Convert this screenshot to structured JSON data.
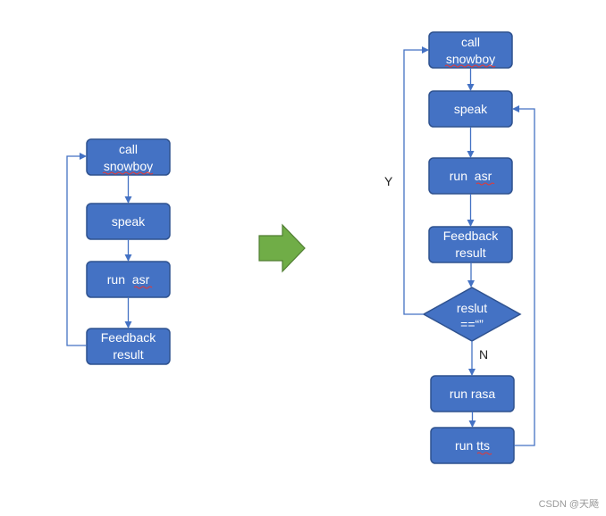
{
  "left_flow": {
    "call_snowboy": [
      "call",
      "snowboy"
    ],
    "speak": "speak",
    "run_asr": "run  asr",
    "feedback_result": [
      "Feedback",
      "result"
    ]
  },
  "right_flow": {
    "call_snowboy": [
      "call",
      "snowboy"
    ],
    "speak": "speak",
    "run_asr": "run  asr",
    "feedback_result": [
      "Feedback",
      "result"
    ],
    "decision": [
      "reslut",
      "==“”"
    ],
    "run_rasa": "run rasa",
    "run_tts": "run tts",
    "label_yes": "Y",
    "label_no": "N"
  },
  "transition_arrow": {
    "icon": "right-arrow-icon",
    "color": "#70AD47"
  },
  "colors": {
    "node_fill": "#4472C4",
    "node_stroke": "#2F528F",
    "edge": "#4472C4",
    "spellcheck": "#E53935"
  },
  "watermark": "CSDN @天飏"
}
